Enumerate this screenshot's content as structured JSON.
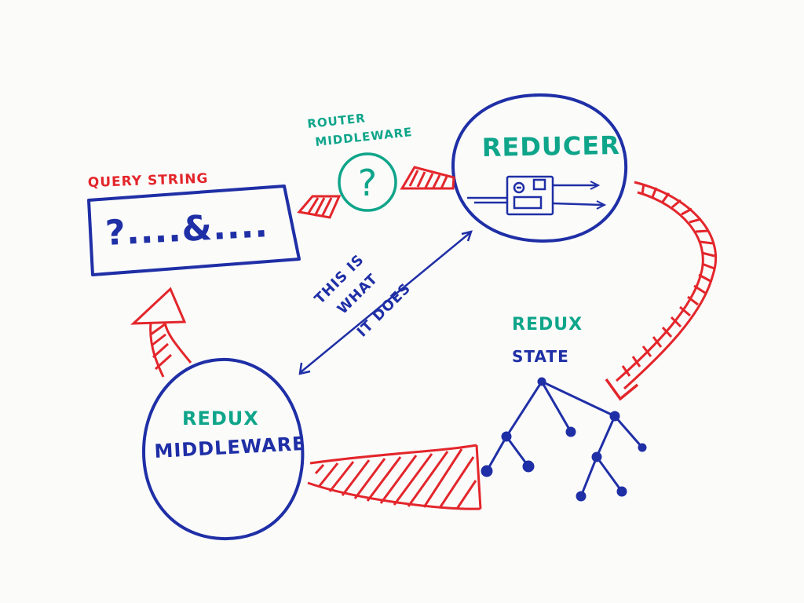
{
  "colors": {
    "board": "#fbfbfa",
    "blue": "#1f2fa6",
    "red": "#e3262b",
    "teal": "#0fa58a"
  },
  "labels": {
    "query_string": "QUERY STRING",
    "query_box_text": "?....&....",
    "router_middleware_line1": "ROUTER",
    "router_middleware_line2": "MIDDLEWARE",
    "router_symbol": "?",
    "reducer": "REDUCER",
    "redux_state_line1": "REDUX",
    "redux_state_line2": "STATE",
    "middleware_line1": "REDUX",
    "middleware_line2": "MIDDLEWARE",
    "annotation_line1": "THIS IS",
    "annotation_line2": "WHAT",
    "annotation_line3": "IT DOES"
  },
  "icons": {
    "reducer_machine": "machine-icon",
    "state_tree": "tree-icon"
  }
}
